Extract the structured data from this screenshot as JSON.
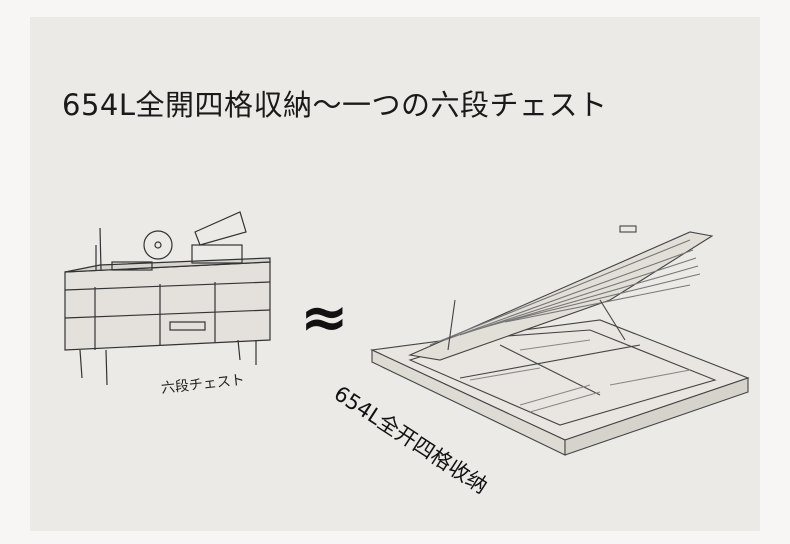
{
  "title": "654L全開四格収納～一つの六段チェスト",
  "chest_label": "六段チェスト",
  "approx_symbol": "≈",
  "bed_label": "654L全开四格收纳"
}
